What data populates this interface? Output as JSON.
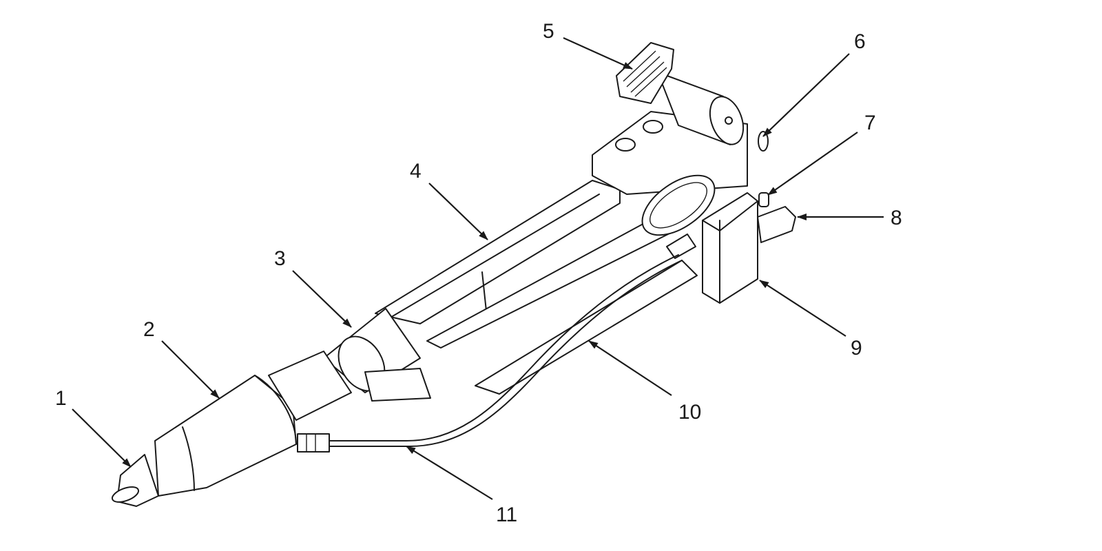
{
  "diagram": {
    "colors": {
      "ink": "#1a1a1a",
      "background": "#ffffff"
    },
    "callouts": [
      {
        "label": "1"
      },
      {
        "label": "2"
      },
      {
        "label": "3"
      },
      {
        "label": "4"
      },
      {
        "label": "5"
      },
      {
        "label": "6"
      },
      {
        "label": "7"
      },
      {
        "label": "8"
      },
      {
        "label": "9"
      },
      {
        "label": "10"
      },
      {
        "label": "11"
      }
    ]
  }
}
